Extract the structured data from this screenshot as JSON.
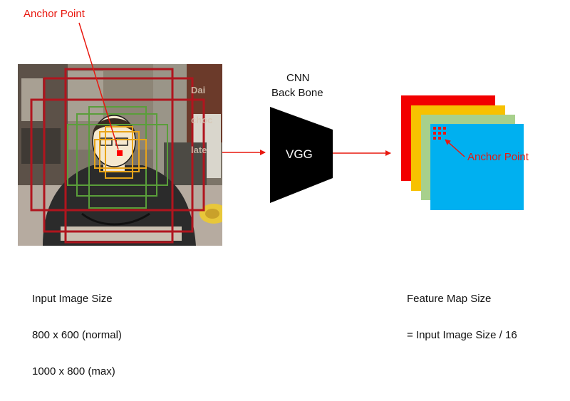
{
  "labels": {
    "anchor_point_top": "Anchor Point",
    "cnn_line1": "CNN",
    "cnn_line2": "Back Bone",
    "vgg": "VGG",
    "anchor_point_right": "Anchor Point"
  },
  "captions": {
    "input": [
      "Input Image Size",
      "800 x 600 (normal)",
      "1000 x 800 (max)"
    ],
    "feature": [
      "Feature Map Size",
      "= Input Image Size / 16"
    ]
  },
  "photo_sign": [
    "Dai",
    "choc",
    "late"
  ],
  "colors": {
    "annotation_red": "#e8180f",
    "large_box": "#b0151e",
    "medium_box": "#5a9e3a",
    "small_box": "#e8a41a",
    "map_red": "#f20000",
    "map_yellow": "#f7c100",
    "map_green": "#a7d08c",
    "map_blue": "#00b0f0"
  }
}
